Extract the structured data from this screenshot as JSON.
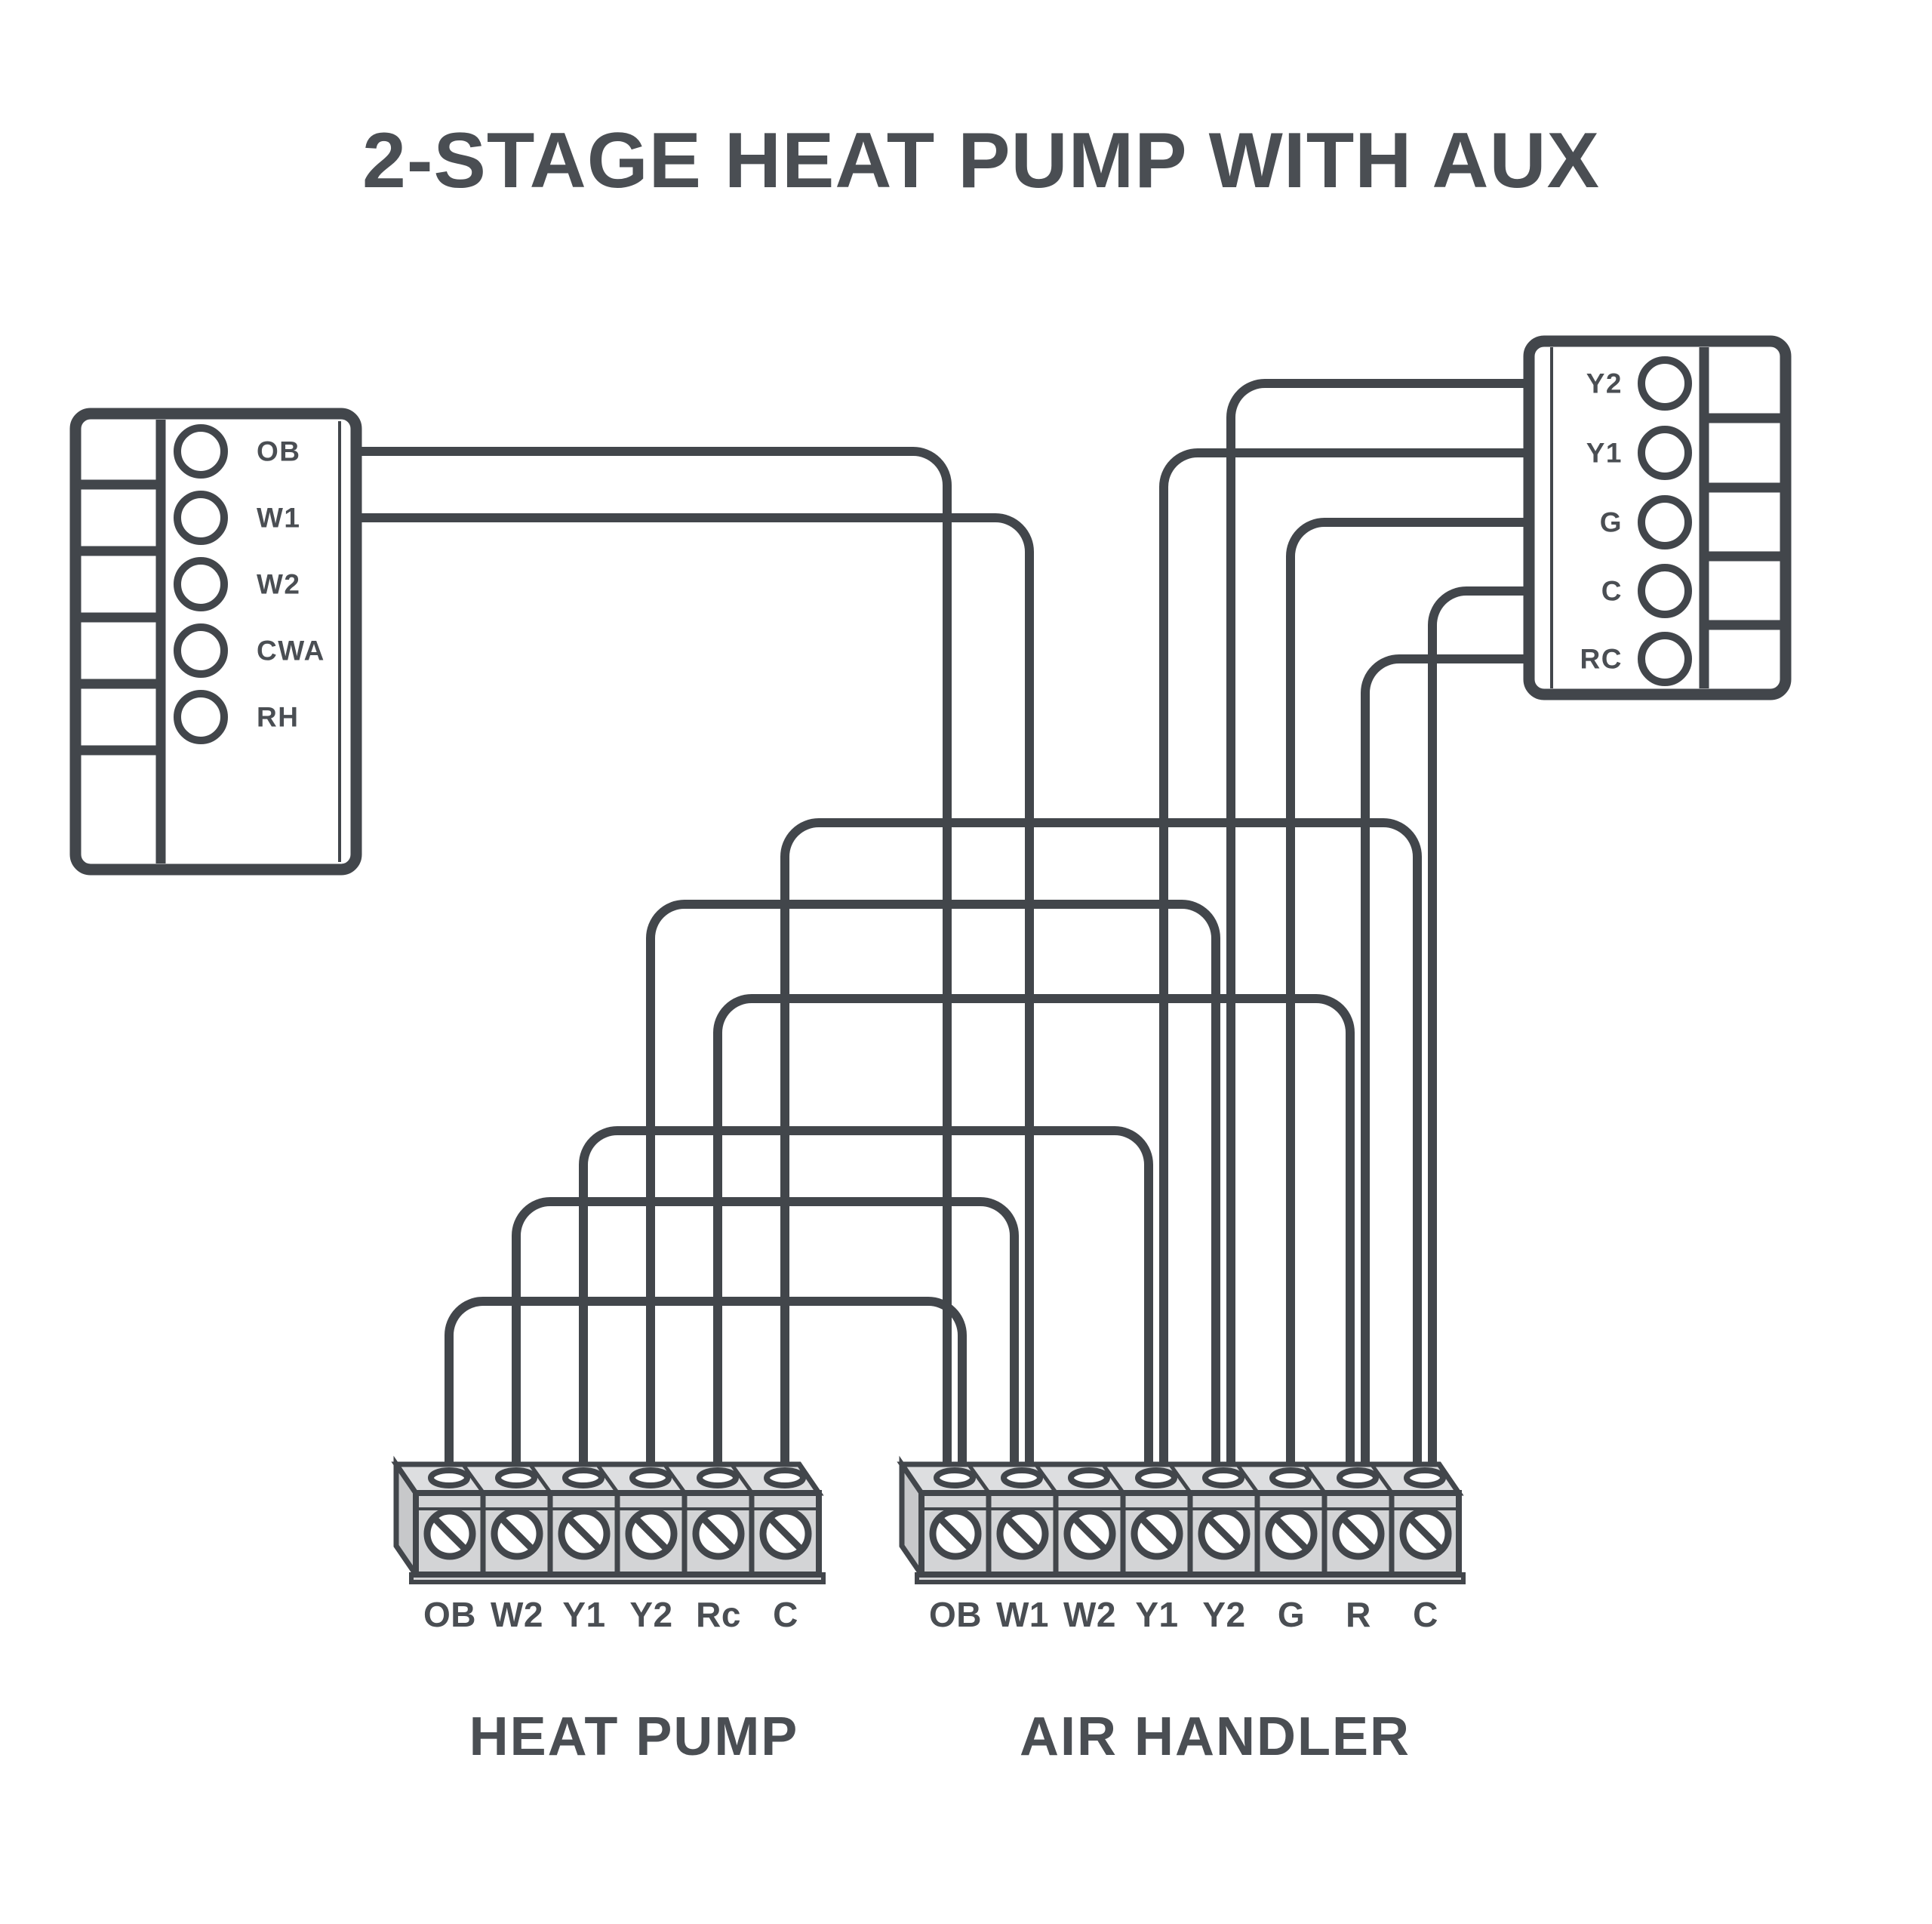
{
  "title": "2-STAGE HEAT PUMP WITH AUX",
  "colors": {
    "line": "#42464b",
    "text": "#4a4e53",
    "strip_fill": "#d3d4d6",
    "strip_top": "#dddee0",
    "strip_side": "#c7c8ca",
    "background": "#ffffff"
  },
  "thermostat_left": {
    "labels": [
      "OB",
      "W1",
      "W2",
      "CWA",
      "RH"
    ]
  },
  "thermostat_right": {
    "labels": [
      "Y2",
      "Y1",
      "G",
      "C",
      "RC"
    ]
  },
  "heat_pump": {
    "caption": "HEAT PUMP",
    "terminals": [
      "OB",
      "W2",
      "Y1",
      "Y2",
      "Rc",
      "C"
    ]
  },
  "air_handler": {
    "caption": "AIR HANDLER",
    "terminals": [
      "OB",
      "W1",
      "W2",
      "Y1",
      "Y2",
      "G",
      "R",
      "C"
    ]
  },
  "wires": [
    {
      "from": "thermostat-left OB",
      "to": "air-handler OB"
    },
    {
      "from": "thermostat-left W1",
      "to": "air-handler W1"
    },
    {
      "from": "thermostat-right Y2",
      "to": "air-handler Y2"
    },
    {
      "from": "thermostat-right Y1",
      "to": "air-handler Y1"
    },
    {
      "from": "thermostat-right G",
      "to": "air-handler G"
    },
    {
      "from": "thermostat-right C",
      "to": "air-handler C"
    },
    {
      "from": "thermostat-right RC",
      "to": "air-handler R"
    },
    {
      "from": "heat-pump OB",
      "to": "air-handler OB"
    },
    {
      "from": "heat-pump W2",
      "to": "air-handler W1"
    },
    {
      "from": "heat-pump Y1",
      "to": "air-handler Y1"
    },
    {
      "from": "heat-pump Y2",
      "to": "air-handler Y2"
    },
    {
      "from": "heat-pump Rc",
      "to": "air-handler R"
    },
    {
      "from": "heat-pump C",
      "to": "air-handler C"
    }
  ]
}
